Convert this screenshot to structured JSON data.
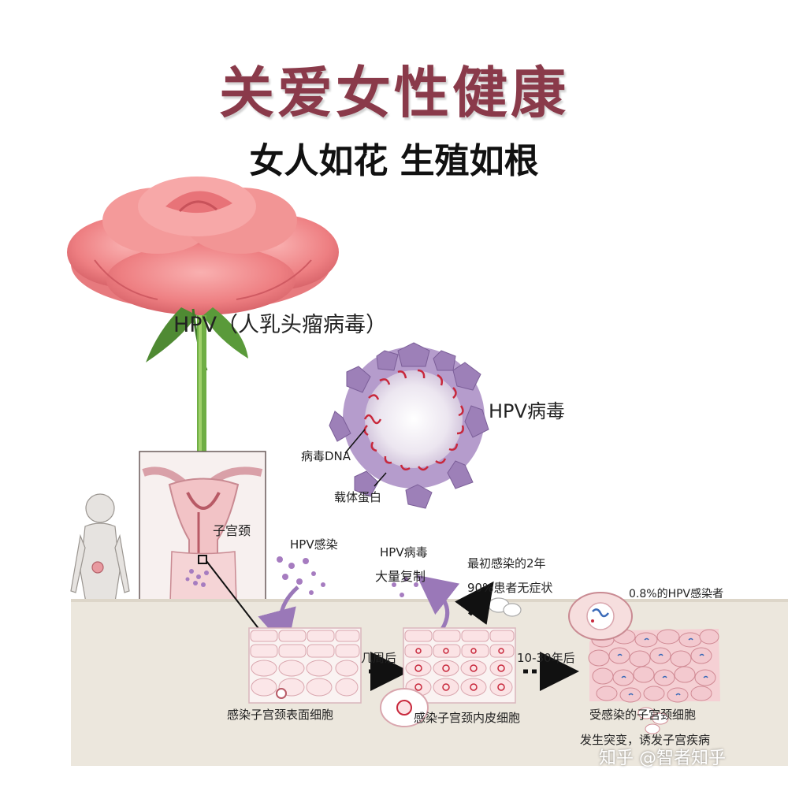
{
  "title": "关爱女性健康",
  "subtitle": "女人如花 生殖如根",
  "labels": {
    "hpv_full": "HPV（人乳头瘤病毒）",
    "hpv_virus": "HPV病毒",
    "viral_dna": "病毒DNA",
    "capsid_protein": "载体蛋白",
    "cervix": "子宫颈",
    "hpv_infection": "HPV感染",
    "hpv_virus_small": "HPV病毒",
    "mass_replication": "大量复制",
    "first_two_years": "最初感染的2年",
    "asymptomatic": "90%患者无症状",
    "infected_pct": "0.8%的HPV感染者",
    "few_weeks": "几周后",
    "ten_thirty_years": "10-30年后",
    "surface_cells": "感染子宫颈表面细胞",
    "endothelial_cells": "感染子宫颈内皮细胞",
    "infected_cervical_cells": "受感染的子宫颈细胞",
    "mutation": "发生突变，诱发子宫疾病",
    "watermark": "知乎 @智者知乎"
  },
  "colors": {
    "title": "#8a3a4a",
    "rose": "#f08a8a",
    "leaf": "#5a9a3a",
    "virus_coat": "#a58bbd",
    "dna": "#c8283c",
    "tissue": "#ece7dd",
    "cell": "#f3c9cf"
  }
}
